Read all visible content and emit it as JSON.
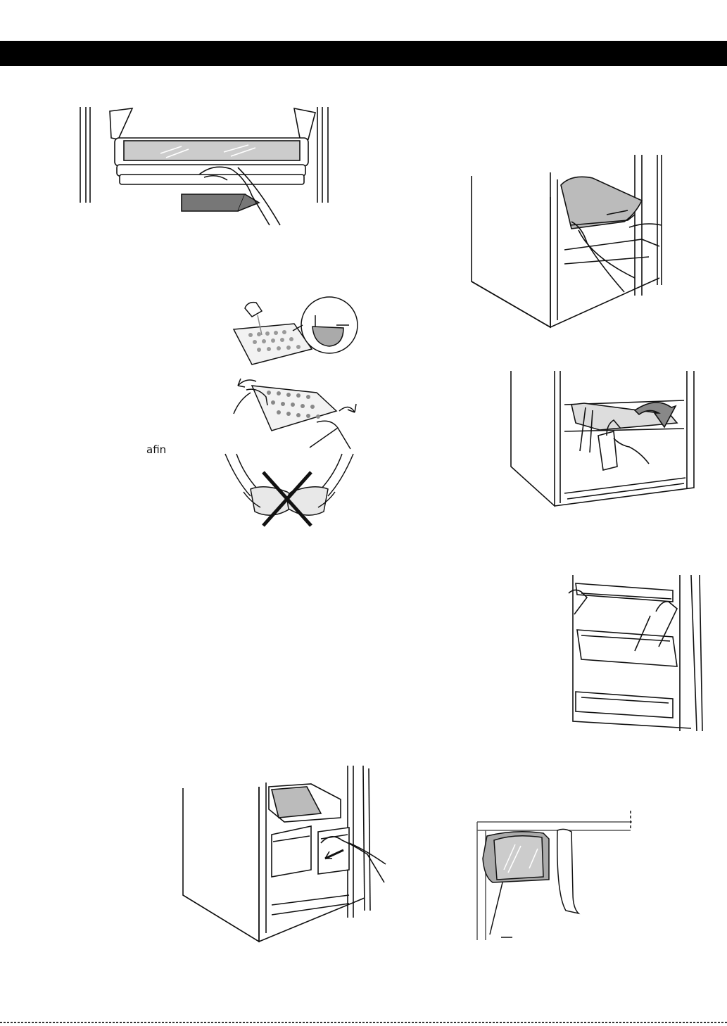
{
  "page": {
    "header_color": "#000000",
    "visible_text": {
      "afin_label": "afin"
    },
    "illustrations": [
      {
        "id": "freezer-drawer-pull",
        "icon": "drawer-pull-illustration"
      },
      {
        "id": "refrigerator-shelf-lift",
        "icon": "shelf-lift-illustration"
      },
      {
        "id": "ice-tray-fill",
        "icon": "ice-tray-fill-illustration"
      },
      {
        "id": "ice-tray-twist",
        "icon": "ice-tray-twist-illustration"
      },
      {
        "id": "ice-tray-wrong-method",
        "icon": "ice-tray-wrong-illustration"
      },
      {
        "id": "shelf-tilt-removal",
        "icon": "shelf-tilt-illustration"
      },
      {
        "id": "door-bin-removal",
        "icon": "door-bin-illustration"
      },
      {
        "id": "ice-bin-removal",
        "icon": "ice-bin-illustration"
      },
      {
        "id": "dairy-compartment",
        "icon": "dairy-compartment-illustration"
      }
    ]
  }
}
